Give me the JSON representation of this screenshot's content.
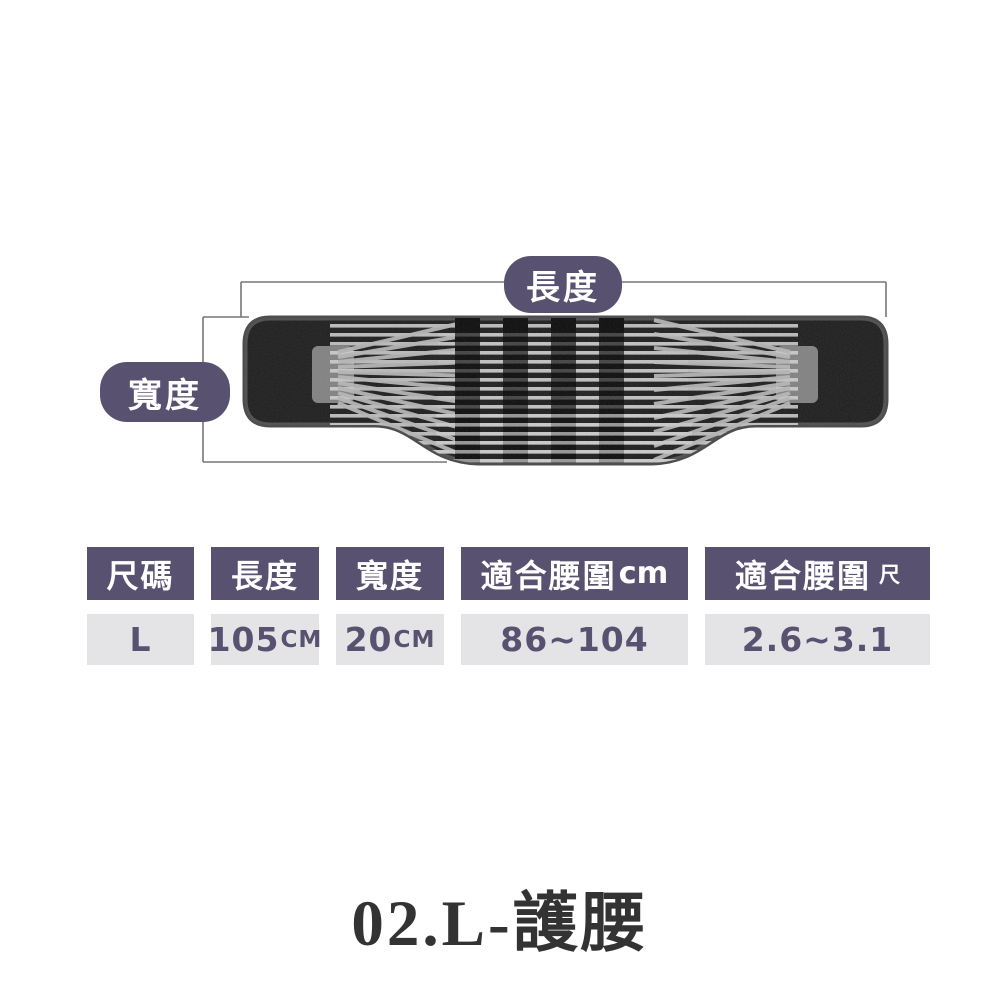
{
  "diagram": {
    "length_label": "長度",
    "width_label": "寬度"
  },
  "table": {
    "headers": [
      {
        "text": "尺碼",
        "unit": ""
      },
      {
        "text": "長度",
        "unit": ""
      },
      {
        "text": "寬度",
        "unit": ""
      },
      {
        "text": "適合腰圍",
        "unit": "cm"
      },
      {
        "text": "適合腰圍",
        "unit": "尺"
      }
    ],
    "rows": [
      [
        {
          "value": "L",
          "unit": ""
        },
        {
          "value": "105",
          "unit": "CM"
        },
        {
          "value": "20",
          "unit": "CM"
        },
        {
          "value": "86~104",
          "unit": ""
        },
        {
          "value": "2.6~3.1",
          "unit": ""
        }
      ]
    ]
  },
  "footer": {
    "title": "02.L-護腰"
  },
  "colors": {
    "accent_purple": "#585270",
    "value_cell_gray": "#e4e4e6",
    "belt_body": "#1e1e1e",
    "belt_border": "#4e4e4e",
    "strap_gray": "#b5b5b5",
    "title_dark": "#333333"
  }
}
